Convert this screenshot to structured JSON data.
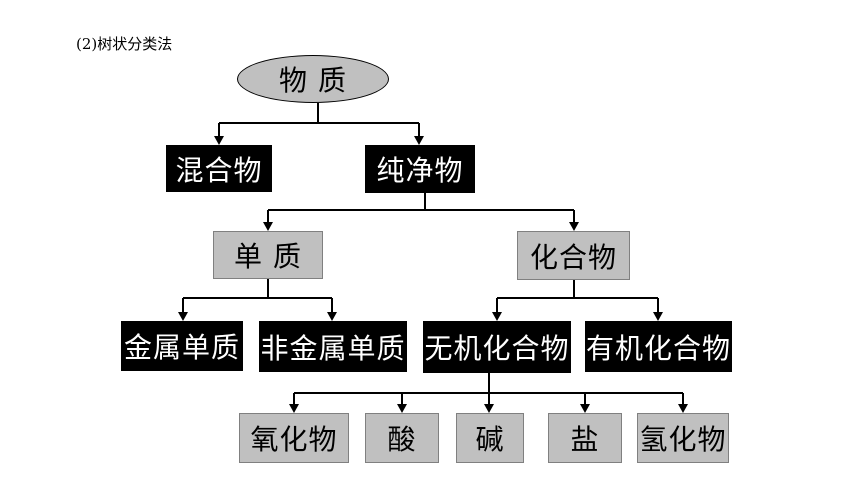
{
  "heading": "(2)树状分类法",
  "root": "物  质",
  "level1": {
    "mixture": "混合物",
    "pure": "纯净物"
  },
  "level2": {
    "element": "单  质",
    "compound": "化合物"
  },
  "level3": {
    "metal": "金属单质",
    "nonmetal": "非金属单质",
    "inorganic": "无机化合物",
    "organic": "有机化合物"
  },
  "level4": {
    "oxide": "氧化物",
    "acid": "酸",
    "base": "碱",
    "salt": "盐",
    "hydride": "氢化物"
  }
}
